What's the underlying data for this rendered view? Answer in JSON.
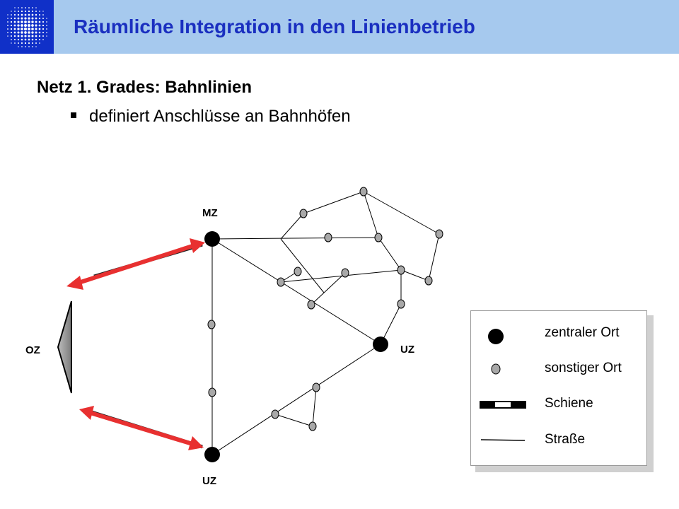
{
  "header": {
    "title": "Räumliche Integration in den Linienbetrieb",
    "background_color": "#a6c9ee",
    "title_color": "#1a2fc0",
    "logo_color": "#1030c8"
  },
  "content": {
    "heading": "Netz 1. Grades: Bahnlinien",
    "bullets": [
      "definiert Anschlüsse an Bahnhöfen"
    ]
  },
  "diagram": {
    "labels": {
      "mz": "MZ",
      "uz_right": "UZ",
      "uz_bottom": "UZ",
      "oz": "OZ"
    },
    "arrow_color": "#e83030",
    "node_color": "#000000",
    "small_node_color": "#a8a8a8",
    "oz_fill_color": "#8c8c8c"
  },
  "legend": {
    "items": [
      {
        "label": "zentraler Ort",
        "icon": "large-dot-icon"
      },
      {
        "label": "sonstiger Ort",
        "icon": "small-dot-icon"
      },
      {
        "label": "Schiene",
        "icon": "rail-line-icon"
      },
      {
        "label": "Straße",
        "icon": "road-line-icon"
      }
    ]
  }
}
